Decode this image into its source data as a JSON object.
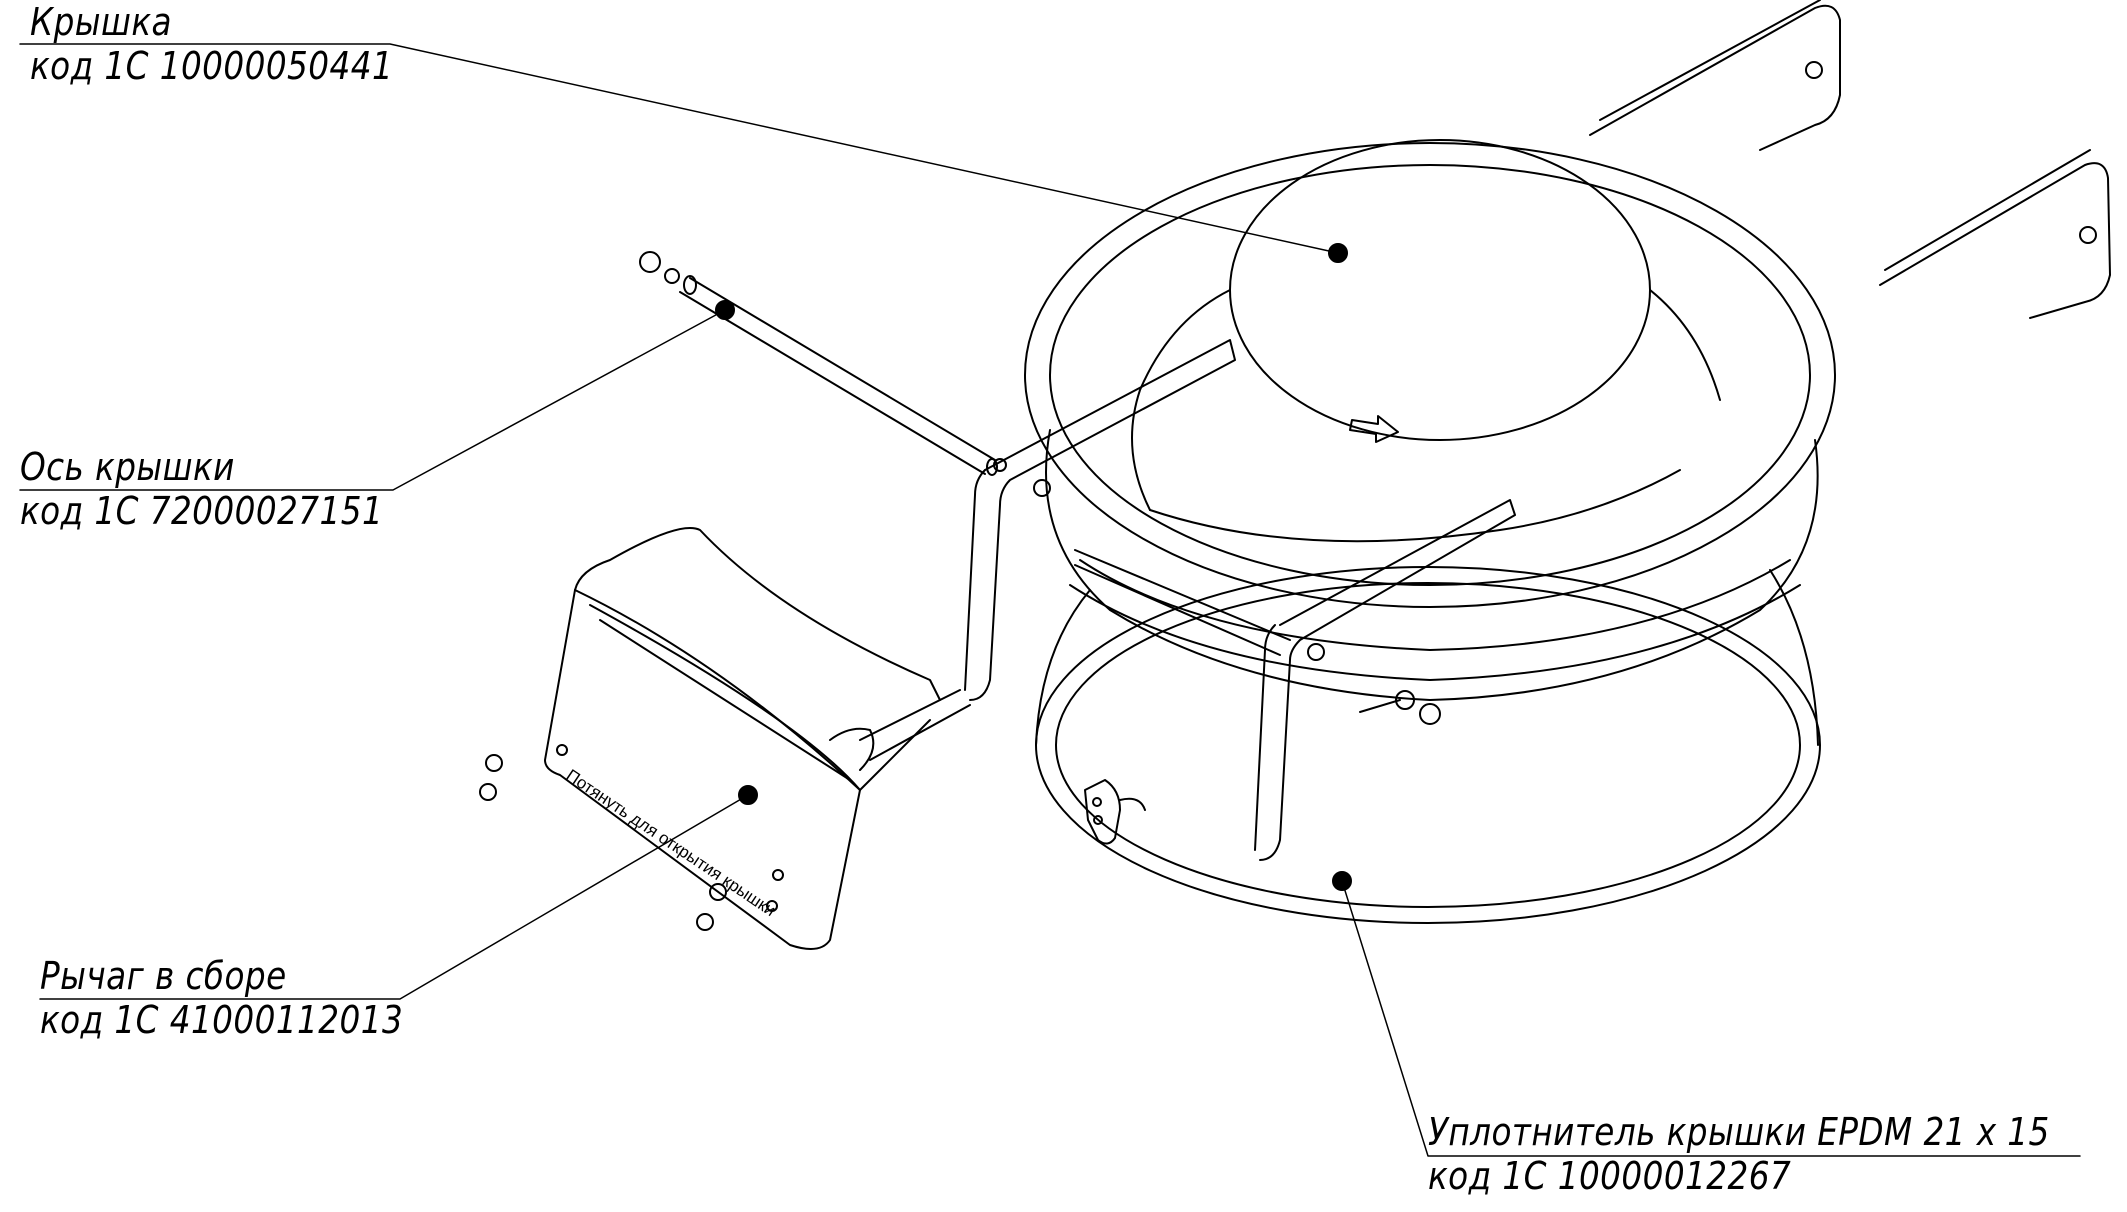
{
  "callouts": {
    "cover": {
      "name": "Крышка",
      "code": "код 1С 10000050441"
    },
    "axis": {
      "name": "Ось крышки",
      "code": "код 1С 72000027151"
    },
    "lever": {
      "name": "Рычаг в сборе",
      "code": "код 1С 41000112013"
    },
    "seal": {
      "name": "Уплотнитель крышки EPDM 21 х 15",
      "code": "код 1С 10000012267"
    }
  },
  "lever_inscription": "Потянуть для открытия крышки",
  "colors": {
    "line": "#000000",
    "background": "#ffffff"
  }
}
